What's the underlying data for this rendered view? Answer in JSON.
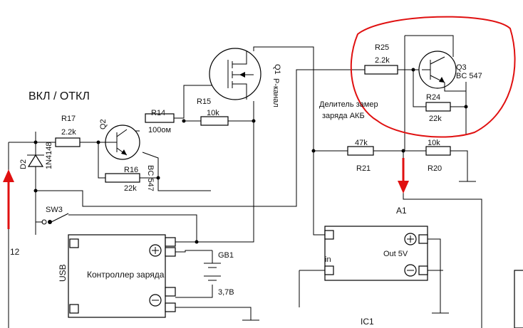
{
  "labels": {
    "switch_title": "ВКЛ / ОТКЛ",
    "r17_name": "R17",
    "r17_value": "2.2k",
    "q2_name": "Q2",
    "q2_type": "BC 547",
    "r14_name": "R14",
    "r14_value": "100ом",
    "r15_name": "R15",
    "r15_value": "10k",
    "q1_name": "Q1",
    "q1_type": "P-канал",
    "r16_name": "R16",
    "r16_value": "22k",
    "d2_name": "D2",
    "d2_type": "1N4148",
    "sw3_name": "SW3",
    "gb1_name": "GB1",
    "gb1_voltage": "3,7В",
    "usb_label": "USB",
    "controller_label": "Контроллер заряда",
    "divider_line1": "Делитель замер",
    "divider_line2": "заряда АКБ",
    "r25_name": "R25",
    "r25_value": "2.2k",
    "q3_name": "Q3",
    "q3_type": "BC 547",
    "r24_name": "R24",
    "r24_value": "22k",
    "r21_name": "R21",
    "r21_value": "47k",
    "r20_name": "R20",
    "r20_value": "10k",
    "a1_label": "A1",
    "ic1_in": "in",
    "ic1_out": "Out 5V",
    "ic1_name": "IC1",
    "pin12": "12"
  },
  "colors": {
    "wire": "#000000",
    "annotation": "#e01010"
  }
}
